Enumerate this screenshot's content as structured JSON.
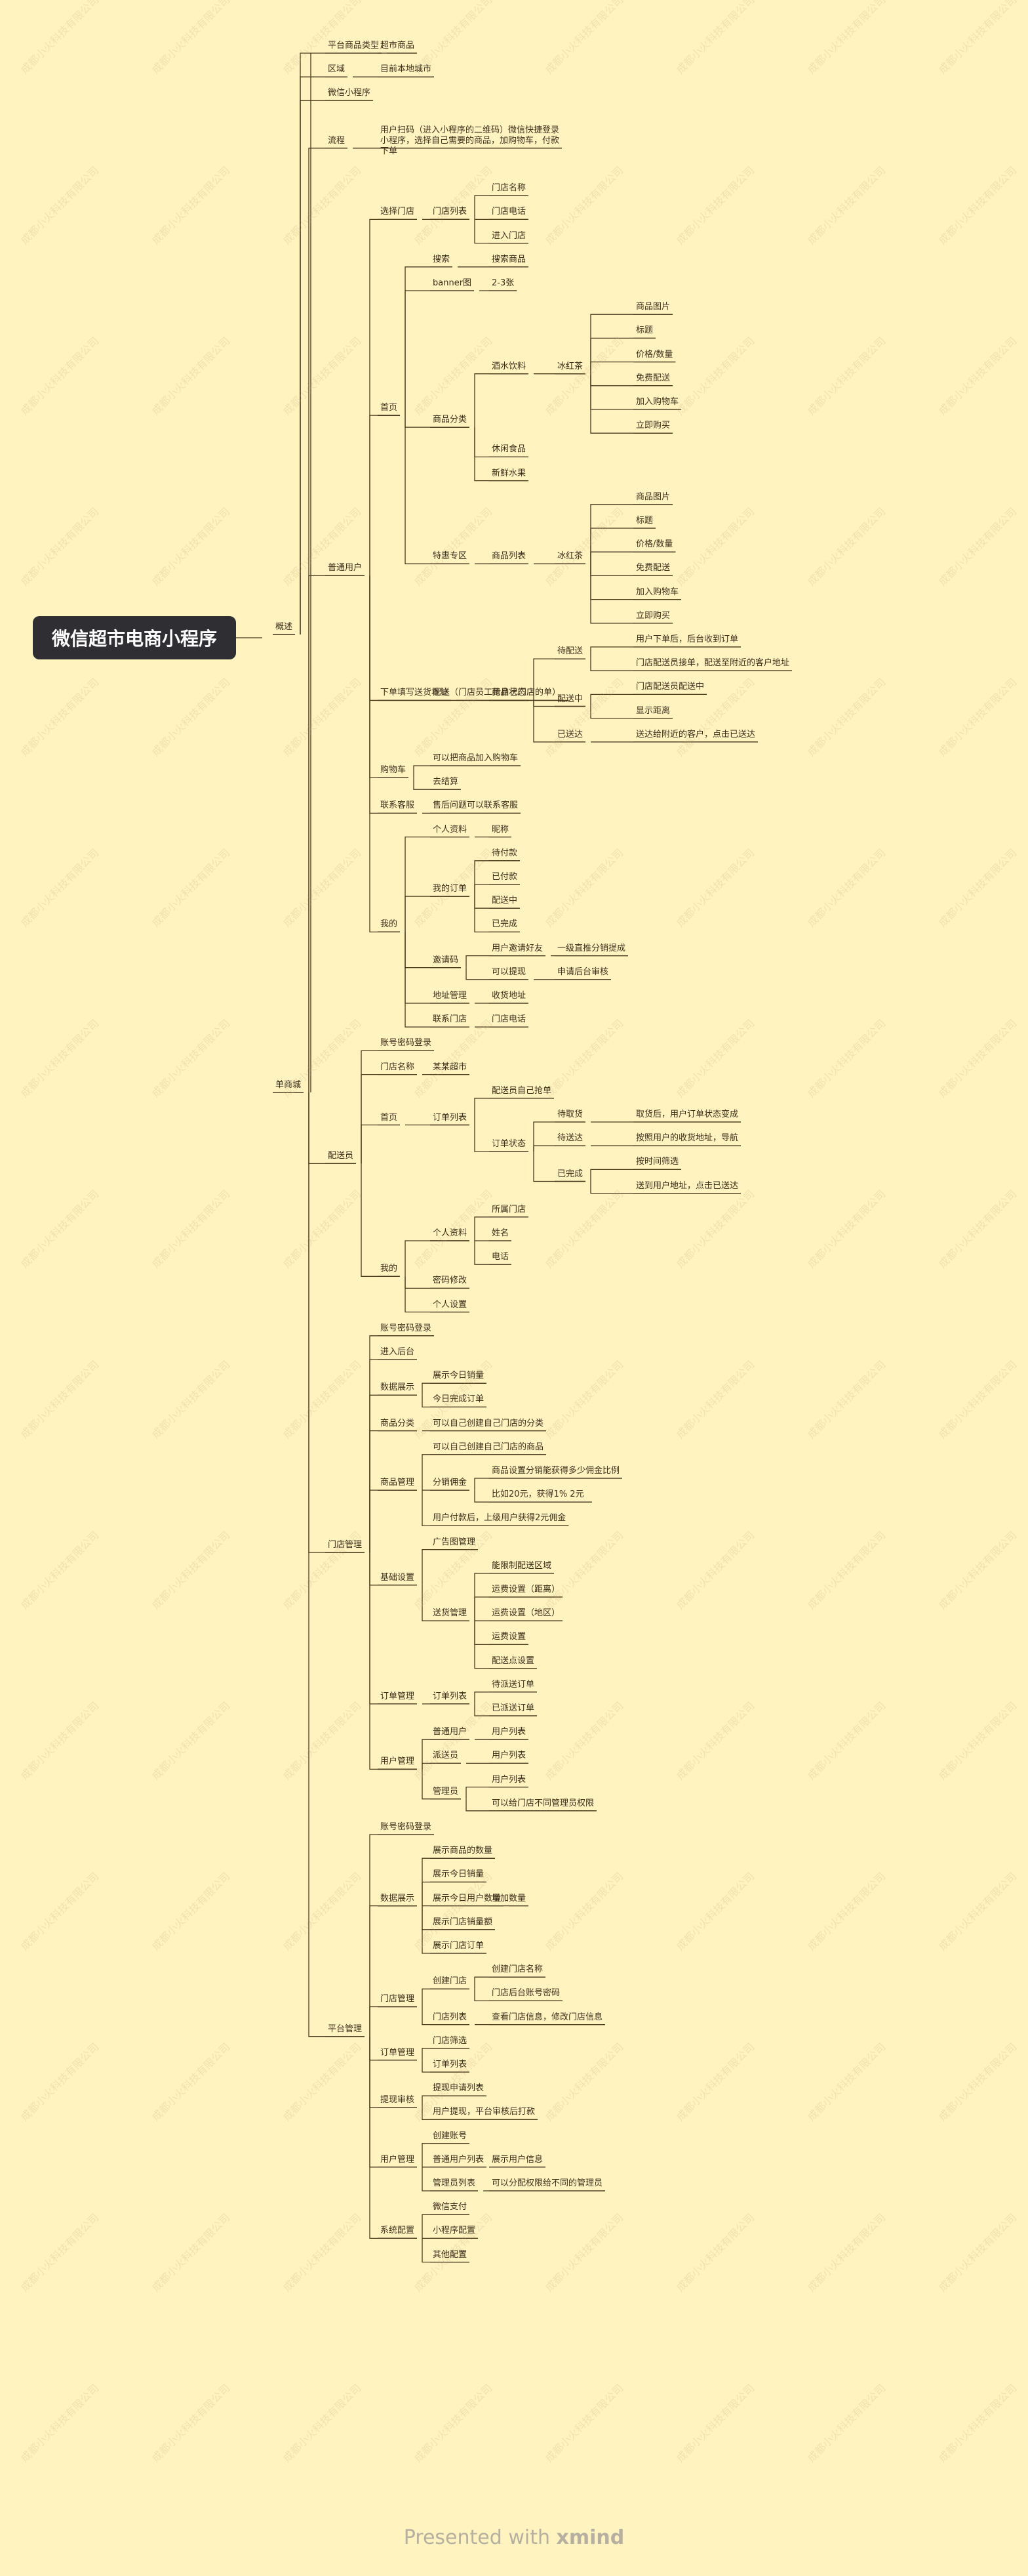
{
  "root": "微信超市电商小程序",
  "footer": {
    "presented": "Presented with",
    "brand": "xmind"
  },
  "watermark": "成都小火科技有限公司",
  "branches": [
    {
      "t": "概述",
      "c": [
        {
          "t": "平台商品类型",
          "c": [
            {
              "t": "超市商品"
            }
          ]
        },
        {
          "t": "区域",
          "c": [
            {
              "t": "目前本地城市"
            }
          ]
        },
        {
          "t": "微信小程序"
        }
      ]
    },
    {
      "t": "单商城",
      "c": [
        {
          "t": "流程",
          "c": [
            {
              "t": "用户扫码（进入小程序的二维码）微信快捷登录\n小程序，选择自己需要的商品，加购物车，付款\n下单"
            }
          ]
        },
        {
          "t": "普通用户",
          "c": [
            {
              "t": "选择门店",
              "c": [
                {
                  "t": "门店列表",
                  "c": [
                    {
                      "t": "门店名称"
                    },
                    {
                      "t": "门店电话"
                    },
                    {
                      "t": "进入门店"
                    }
                  ]
                }
              ]
            },
            {
              "t": "首页",
              "c": [
                {
                  "t": "搜索",
                  "c": [
                    {
                      "t": "搜索商品"
                    }
                  ]
                },
                {
                  "t": "banner图",
                  "c": [
                    {
                      "t": "2-3张"
                    }
                  ]
                },
                {
                  "t": "商品分类",
                  "c": [
                    {
                      "t": "酒水饮料",
                      "c": [
                        {
                          "t": "冰红茶",
                          "c": [
                            {
                              "t": "商品图片"
                            },
                            {
                              "t": "标题"
                            },
                            {
                              "t": "价格/数量"
                            },
                            {
                              "t": "免费配送"
                            },
                            {
                              "t": "加入购物车"
                            },
                            {
                              "t": "立即购买"
                            }
                          ]
                        }
                      ]
                    },
                    {
                      "t": "休闲食品"
                    },
                    {
                      "t": "新鲜水果"
                    }
                  ]
                },
                {
                  "t": "特惠专区",
                  "c": [
                    {
                      "t": "商品列表",
                      "c": [
                        {
                          "t": "冰红茶",
                          "c": [
                            {
                              "t": "商品图片"
                            },
                            {
                              "t": "标题"
                            },
                            {
                              "t": "价格/数量"
                            },
                            {
                              "t": "免费配送"
                            },
                            {
                              "t": "加入购物车"
                            },
                            {
                              "t": "立即购买"
                            }
                          ]
                        }
                      ]
                    }
                  ]
                }
              ]
            },
            {
              "t": "下单填写送货地址",
              "c": [
                {
                  "t": "配送（门店员工抢自己门店的单）",
                  "c": [
                    {
                      "t": "商品状态",
                      "c": [
                        {
                          "t": "待配送",
                          "c": [
                            {
                              "t": "用户下单后，后台收到订单"
                            },
                            {
                              "t": "门店配送员接单，配送至附近的客户地址"
                            }
                          ]
                        },
                        {
                          "t": "配送中",
                          "c": [
                            {
                              "t": "门店配送员配送中"
                            },
                            {
                              "t": "显示距离"
                            }
                          ]
                        },
                        {
                          "t": "已送达",
                          "c": [
                            {
                              "t": "送达给附近的客户，点击已送达"
                            }
                          ]
                        }
                      ]
                    }
                  ]
                }
              ]
            },
            {
              "t": "购物车",
              "c": [
                {
                  "t": "可以把商品加入购物车"
                },
                {
                  "t": "去结算"
                }
              ]
            },
            {
              "t": "联系客服",
              "c": [
                {
                  "t": "售后问题可以联系客服"
                }
              ]
            },
            {
              "t": "我的",
              "c": [
                {
                  "t": "个人资料",
                  "c": [
                    {
                      "t": "昵称"
                    }
                  ]
                },
                {
                  "t": "我的订单",
                  "c": [
                    {
                      "t": "待付款"
                    },
                    {
                      "t": "已付款"
                    },
                    {
                      "t": "配送中"
                    },
                    {
                      "t": "已完成"
                    }
                  ]
                },
                {
                  "t": "邀请码",
                  "c": [
                    {
                      "t": "用户邀请好友",
                      "c": [
                        {
                          "t": "一级直推分销提成"
                        }
                      ]
                    },
                    {
                      "t": "可以提现",
                      "c": [
                        {
                          "t": "申请后台审核"
                        }
                      ]
                    }
                  ]
                },
                {
                  "t": "地址管理",
                  "c": [
                    {
                      "t": "收货地址"
                    }
                  ]
                },
                {
                  "t": "联系门店",
                  "c": [
                    {
                      "t": "门店电话"
                    }
                  ]
                }
              ]
            }
          ]
        },
        {
          "t": "配送员",
          "c": [
            {
              "t": "账号密码登录"
            },
            {
              "t": "门店名称",
              "c": [
                {
                  "t": "某某超市"
                }
              ]
            },
            {
              "t": "首页",
              "c": [
                {
                  "t": "订单列表",
                  "c": [
                    {
                      "t": "配送员自己抢单"
                    },
                    {
                      "t": "订单状态",
                      "c": [
                        {
                          "t": "待取货",
                          "c": [
                            {
                              "t": "取货后，用户订单状态变成"
                            }
                          ]
                        },
                        {
                          "t": "待送达",
                          "c": [
                            {
                              "t": "按照用户的收货地址，导航"
                            }
                          ]
                        },
                        {
                          "t": "已完成",
                          "c": [
                            {
                              "t": "按时间筛选"
                            },
                            {
                              "t": "送到用户地址，点击已送达"
                            }
                          ]
                        }
                      ]
                    }
                  ]
                }
              ]
            },
            {
              "t": "我的",
              "c": [
                {
                  "t": "个人资料",
                  "c": [
                    {
                      "t": "所属门店"
                    },
                    {
                      "t": "姓名"
                    },
                    {
                      "t": "电话"
                    }
                  ]
                },
                {
                  "t": "密码修改"
                },
                {
                  "t": "个人设置"
                }
              ]
            }
          ]
        },
        {
          "t": "门店管理",
          "c": [
            {
              "t": "账号密码登录"
            },
            {
              "t": "进入后台"
            },
            {
              "t": "数据展示",
              "c": [
                {
                  "t": "展示今日销量"
                },
                {
                  "t": "今日完成订单"
                }
              ]
            },
            {
              "t": "商品分类",
              "c": [
                {
                  "t": "可以自己创建自己门店的分类"
                }
              ]
            },
            {
              "t": "商品管理",
              "c": [
                {
                  "t": "可以自己创建自己门店的商品"
                },
                {
                  "t": "分销佣金",
                  "c": [
                    {
                      "t": "商品设置分销能获得多少佣金比例"
                    },
                    {
                      "t": "比如20元，获得1%   2元"
                    }
                  ]
                },
                {
                  "t": "用户付款后，上级用户获得2元佣金"
                }
              ]
            },
            {
              "t": "基础设置",
              "c": [
                {
                  "t": "广告图管理"
                },
                {
                  "t": "送货管理",
                  "c": [
                    {
                      "t": "能限制配送区域"
                    },
                    {
                      "t": "运费设置（距离）"
                    },
                    {
                      "t": "运费设置（地区）"
                    },
                    {
                      "t": "运费设置"
                    },
                    {
                      "t": "配送点设置"
                    }
                  ]
                }
              ]
            },
            {
              "t": "订单管理",
              "c": [
                {
                  "t": "订单列表",
                  "c": [
                    {
                      "t": "待派送订单"
                    },
                    {
                      "t": "已派送订单"
                    }
                  ]
                }
              ]
            },
            {
              "t": "用户管理",
              "c": [
                {
                  "t": "普通用户",
                  "c": [
                    {
                      "t": "用户列表"
                    }
                  ]
                },
                {
                  "t": "派送员",
                  "c": [
                    {
                      "t": "用户列表"
                    }
                  ]
                },
                {
                  "t": "管理员",
                  "c": [
                    {
                      "t": "用户列表"
                    },
                    {
                      "t": "可以给门店不同管理员权限"
                    }
                  ]
                }
              ]
            }
          ]
        },
        {
          "t": "平台管理",
          "c": [
            {
              "t": "账号密码登录"
            },
            {
              "t": "数据展示",
              "c": [
                {
                  "t": "展示商品的数量"
                },
                {
                  "t": "展示今日销量"
                },
                {
                  "t": "展示今日用户数量",
                  "c": [
                    {
                      "t": "增加数量"
                    }
                  ]
                },
                {
                  "t": "展示门店销量额"
                },
                {
                  "t": "展示门店订单"
                }
              ]
            },
            {
              "t": "门店管理",
              "c": [
                {
                  "t": "创建门店",
                  "c": [
                    {
                      "t": "创建门店名称"
                    },
                    {
                      "t": "门店后台账号密码"
                    }
                  ]
                },
                {
                  "t": "门店列表",
                  "c": [
                    {
                      "t": "查看门店信息，修改门店信息"
                    }
                  ]
                }
              ]
            },
            {
              "t": "订单管理",
              "c": [
                {
                  "t": "门店筛选"
                },
                {
                  "t": "订单列表"
                }
              ]
            },
            {
              "t": "提现审核",
              "c": [
                {
                  "t": "提现申请列表"
                },
                {
                  "t": "用户提现，平台审核后打款"
                }
              ]
            },
            {
              "t": "用户管理",
              "c": [
                {
                  "t": "创建账号"
                },
                {
                  "t": "普通用户列表",
                  "c": [
                    {
                      "t": "展示用户信息"
                    }
                  ]
                },
                {
                  "t": "管理员列表",
                  "c": [
                    {
                      "t": "可以分配权限给不同的管理员"
                    }
                  ]
                }
              ]
            },
            {
              "t": "系统配置",
              "c": [
                {
                  "t": "微信支付"
                },
                {
                  "t": "小程序配置"
                },
                {
                  "t": "其他配置"
                }
              ]
            }
          ]
        }
      ]
    }
  ]
}
